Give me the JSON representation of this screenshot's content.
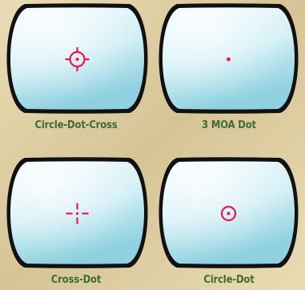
{
  "colors": {
    "background": "#e9dcb4",
    "background_dark": "#d6c496",
    "lens_frame": "#111111",
    "lens_glass_light": "#f4fbfd",
    "lens_glass_mid": "#cfeef5",
    "lens_glass_dark": "#8fd1e0",
    "reticle": "#e8174c",
    "caption": "#3f6b33"
  },
  "reticles": [
    {
      "label": "Circle-Dot-Cross",
      "type": "circle-dot-cross",
      "icon": "circle-dot-cross-reticle-icon"
    },
    {
      "label": "3 MOA Dot",
      "type": "dot",
      "icon": "dot-reticle-icon"
    },
    {
      "label": "Cross-Dot",
      "type": "cross-dot",
      "icon": "cross-dot-reticle-icon"
    },
    {
      "label": "Circle-Dot",
      "type": "circle-dot",
      "icon": "circle-dot-reticle-icon"
    }
  ]
}
